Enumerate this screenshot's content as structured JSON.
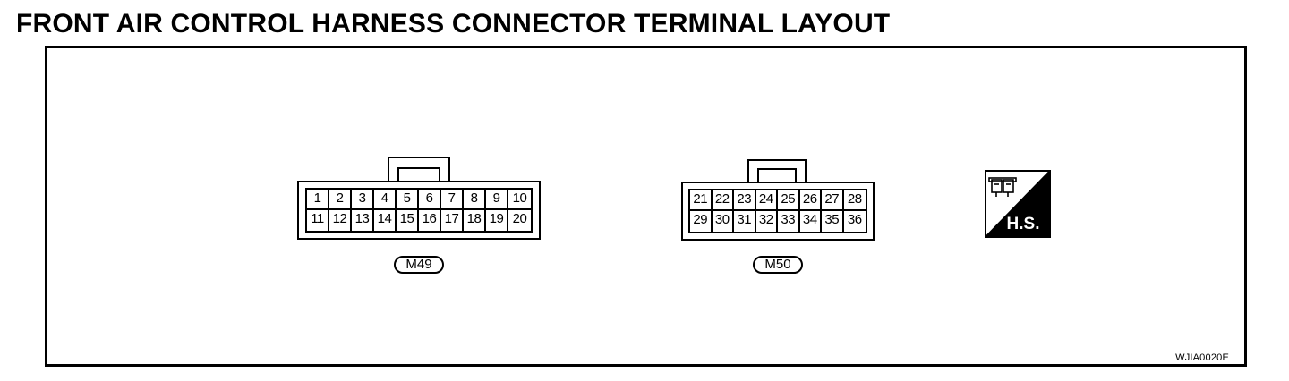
{
  "title": "FRONT AIR CONTROL HARNESS CONNECTOR TERMINAL LAYOUT",
  "connectors": [
    {
      "id": "M49",
      "label": "M49",
      "columns": 10,
      "rows": [
        [
          "1",
          "2",
          "3",
          "4",
          "5",
          "6",
          "7",
          "8",
          "9",
          "10"
        ],
        [
          "11",
          "12",
          "13",
          "14",
          "15",
          "16",
          "17",
          "18",
          "19",
          "20"
        ]
      ]
    },
    {
      "id": "M50",
      "label": "M50",
      "columns": 8,
      "rows": [
        [
          "21",
          "22",
          "23",
          "24",
          "25",
          "26",
          "27",
          "28"
        ],
        [
          "29",
          "30",
          "31",
          "32",
          "33",
          "34",
          "35",
          "36"
        ]
      ]
    }
  ],
  "symbol": {
    "icon": "harness-side-connector-icon",
    "label": "H.S."
  },
  "reference_code": "WJIA0020E"
}
